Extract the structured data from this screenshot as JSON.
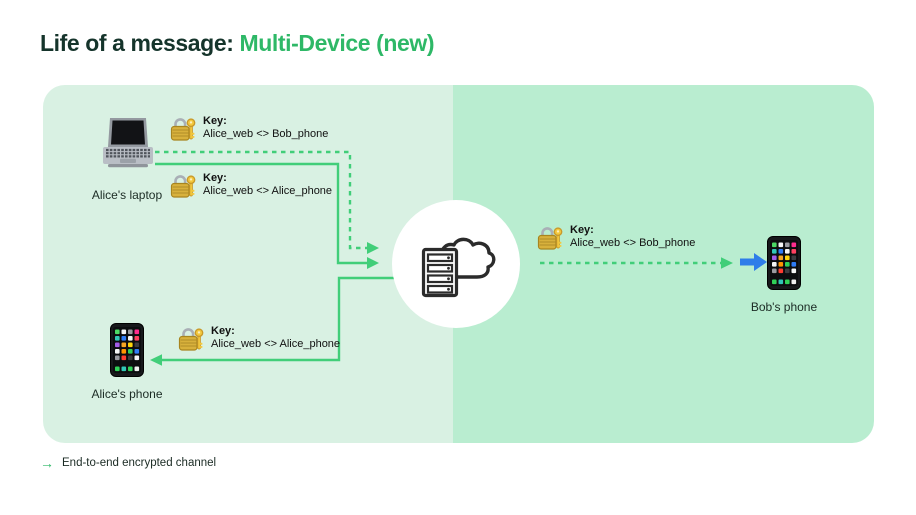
{
  "title": {
    "prefix": "Life of a message: ",
    "highlight": "Multi-Device (new)"
  },
  "devices": {
    "laptop_label": "Alice's laptop",
    "alice_phone_label": "Alice's phone",
    "bob_phone_label": "Bob's phone"
  },
  "keys": [
    {
      "label": "Key:",
      "pair": "Alice_web <> Bob_phone"
    },
    {
      "label": "Key:",
      "pair": "Alice_web <> Alice_phone"
    },
    {
      "label": "Key:",
      "pair": "Alice_web <> Alice_phone"
    },
    {
      "label": "Key:",
      "pair": "Alice_web <> Bob_phone"
    }
  ],
  "legend": {
    "arrow": "→",
    "label": "End-to-end encrypted channel"
  },
  "icons": {
    "lock": "lock-with-key",
    "server": "server-rack-with-cloud",
    "laptop": "laptop",
    "phone": "smartphone",
    "blue_arrow": "blue-right-arrow"
  },
  "colors": {
    "accent_green": "#2eb867",
    "line_green": "#41ce79",
    "panel_left": "#d9f1e3",
    "panel_right": "#b9edd0",
    "title_dark": "#15342b",
    "text_dark": "#1b2b24",
    "key_text": "#111111",
    "blue_arrow": "#2e7de9"
  }
}
